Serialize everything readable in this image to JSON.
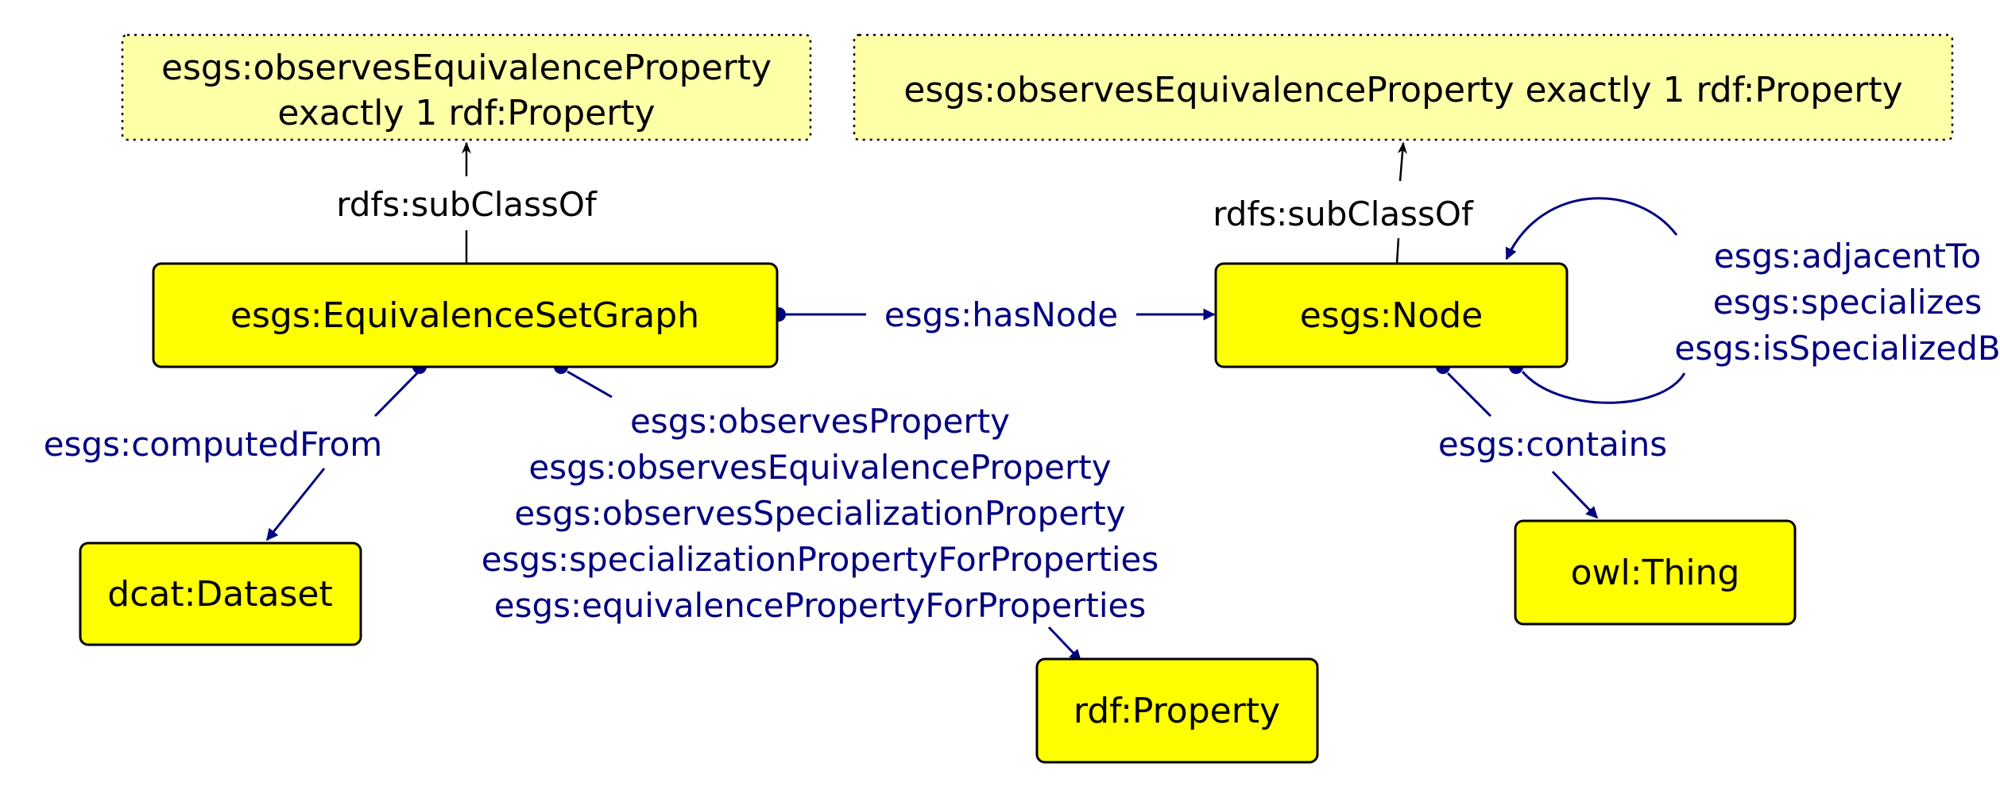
{
  "colors": {
    "class_fill": "#ffff00",
    "restriction_fill": "#ffffa8",
    "edge_color": "#000080",
    "subclass_color": "#000000"
  },
  "restrictions": {
    "left_line1": "esgs:observesEquivalenceProperty",
    "left_line2": "exactly 1 rdf:Property",
    "right": "esgs:observesEquivalenceProperty exactly 1 rdf:Property"
  },
  "classes": {
    "equivalence_set_graph": "esgs:EquivalenceSetGraph",
    "node": "esgs:Node",
    "dataset": "dcat:Dataset",
    "property": "rdf:Property",
    "thing": "owl:Thing"
  },
  "edges": {
    "subclass_left": "rdfs:subClassOf",
    "subclass_right": "rdfs:subClassOf",
    "has_node": "esgs:hasNode",
    "computed_from": "esgs:computedFrom",
    "property_edges": [
      "esgs:observesProperty",
      "esgs:observesEquivalenceProperty",
      "esgs:observesSpecializationProperty",
      "esgs:specializationPropertyForProperties",
      "esgs:equivalencePropertyForProperties"
    ],
    "self_loop": [
      "esgs:adjacentTo",
      "esgs:specializes",
      "esgs:isSpecializedBy"
    ],
    "contains": "esgs:contains"
  }
}
